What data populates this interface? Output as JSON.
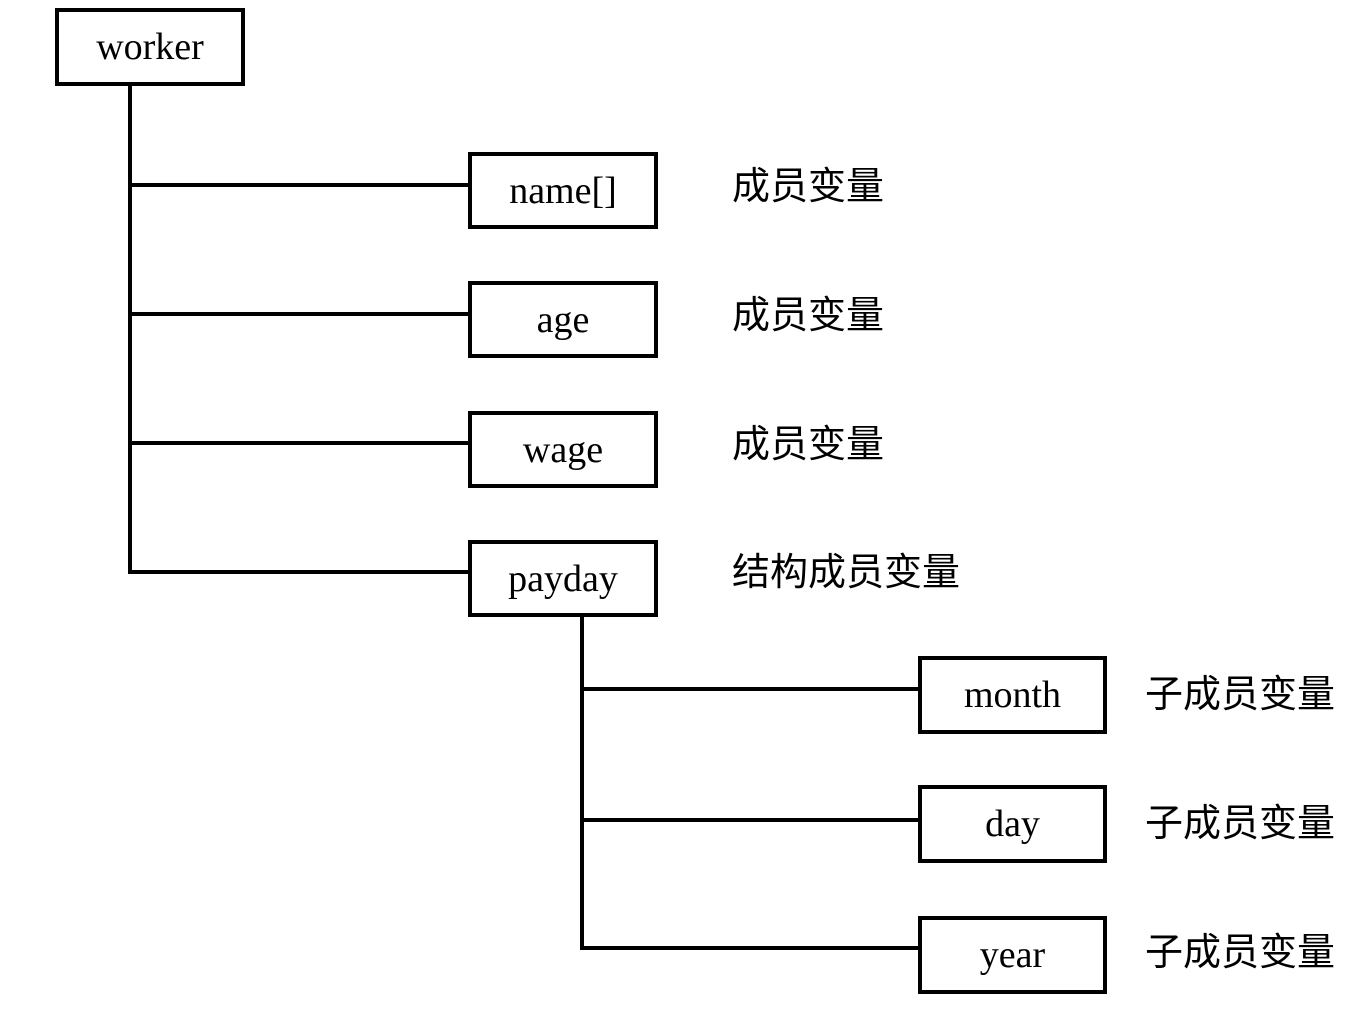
{
  "diagram": {
    "type": "tree",
    "root": {
      "label": "worker"
    },
    "members": [
      {
        "label": "name[]",
        "note": "成员变量"
      },
      {
        "label": "age",
        "note": "成员变量"
      },
      {
        "label": "wage",
        "note": "成员变量"
      },
      {
        "label": "payday",
        "note": "结构成员变量"
      }
    ],
    "submembers_parent": "payday",
    "submembers": [
      {
        "label": "month",
        "note": "子成员变量"
      },
      {
        "label": "day",
        "note": "子成员变量"
      },
      {
        "label": "year",
        "note": "子成员变量"
      }
    ],
    "colors": {
      "line": "#000000",
      "background": "#ffffff",
      "text": "#000000"
    }
  }
}
